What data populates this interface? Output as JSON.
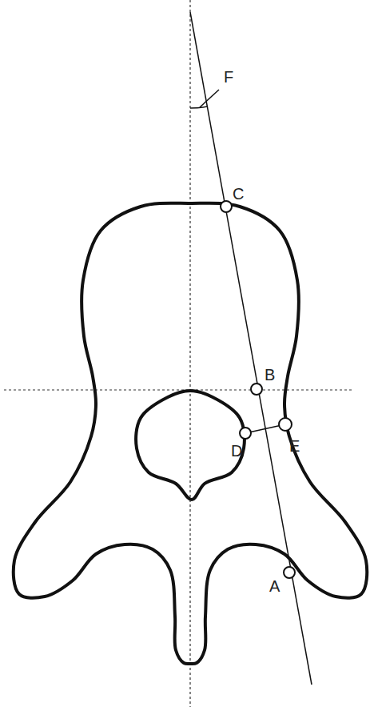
{
  "diagram": {
    "labels": [
      "F",
      "C",
      "B",
      "D",
      "E",
      "A"
    ]
  }
}
